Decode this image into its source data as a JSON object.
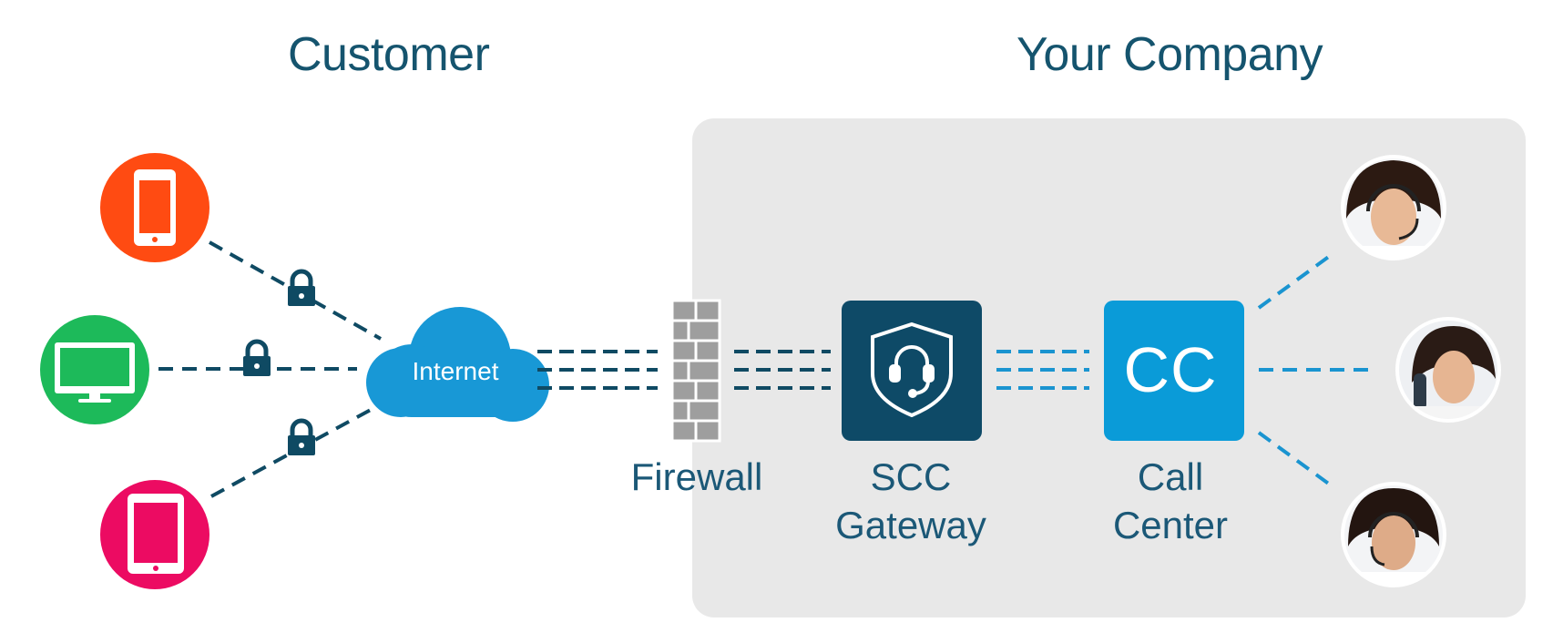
{
  "headings": {
    "customer": "Customer",
    "company": "Your Company"
  },
  "nodes": {
    "internet": "Internet",
    "firewall": "Firewall",
    "scc_gateway": [
      "SCC",
      "Gateway"
    ],
    "call_center": [
      "Call",
      "Center"
    ],
    "call_center_badge": "CC"
  },
  "devices": [
    {
      "name": "smartphone-icon",
      "color": "#ff4b12"
    },
    {
      "name": "desktop-monitor-icon",
      "color": "#1dba5a"
    },
    {
      "name": "tablet-icon",
      "color": "#ec0b62"
    }
  ],
  "colors": {
    "cloud": "#1898d6",
    "gateway": "#0e4a67",
    "call_center": "#0a9bd8",
    "dark_link": "#0f4a63",
    "light_link": "#1a94d0",
    "panel": "#e8e8e8",
    "firewall": "#9e9e9e",
    "text": "#15546e"
  },
  "icons": {
    "lock": "padlock-icon",
    "gateway": "shield-headset-icon",
    "agents": "agent-photo"
  }
}
